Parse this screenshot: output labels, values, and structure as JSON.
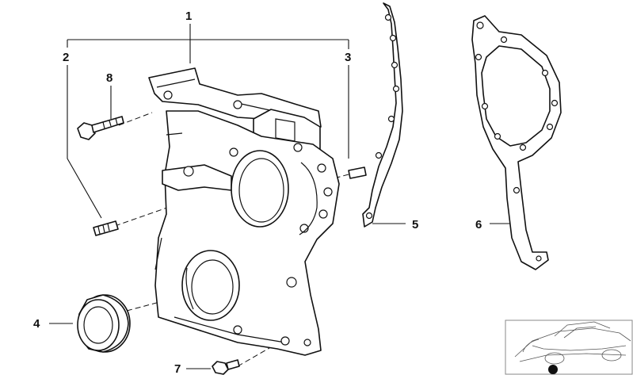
{
  "callouts": {
    "c1": "1",
    "c2": "2",
    "c3": "3",
    "c4": "4",
    "c5": "5",
    "c6": "6",
    "c7": "7",
    "c8": "8"
  },
  "icons": {
    "parts": [
      "timing-case-cover-icon",
      "dowel-pin-icon",
      "shaft-seal-icon",
      "gasket-icon",
      "bolt-icon",
      "vehicle-locator-icon"
    ]
  },
  "colors": {
    "line": "#111111",
    "background": "#ffffff",
    "locator_frame": "#888888"
  }
}
